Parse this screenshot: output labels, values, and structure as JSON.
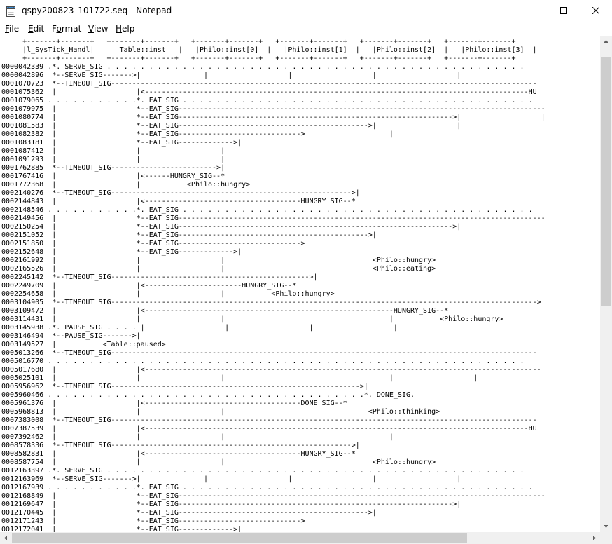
{
  "window": {
    "title": "qspy200823_101722.seq - Notepad",
    "minimize_glyph": "minimize-icon",
    "maximize_glyph": "maximize-icon",
    "close_glyph": "close-icon"
  },
  "menu": {
    "file": {
      "underlined": "F",
      "rest": "ile"
    },
    "edit": {
      "underlined": "E",
      "rest": "dit"
    },
    "format": {
      "underlined": "",
      "pre": "F",
      "mid": "o",
      "post": "rmat"
    },
    "view": {
      "underlined": "V",
      "rest": "iew"
    },
    "help": {
      "underlined": "H",
      "rest": "elp"
    }
  },
  "document": {
    "lines": [
      "     +-------+-------+   +-------+-------+   +-------+-------+   +-------+-------+   +-------+-------+   +-------+-------+",
      "     |l_SysTick_Handl|   |  Table::inst   |   |Philo::inst[0]  |   |Philo::inst[1]  |   |Philo::inst[2]  |   |Philo::inst[3]  |",
      "     +-------+-------+   +-------+-------+   +-------+-------+   +-------+-------+   +-------+-------+   +-------+-------+",
      "0000042339 .*. SERVE_SIG . . . . . . . . . . . . . . . . . . . . . . . . . . . . . . . . . . . . . . . . . . . . . . . . . .",
      "0000042896  *--SERVE_SIG------->|               |                   |                   |                   |",
      "0001070723  *--TIMEOUT_SIG-----------------------------------------------------------------------------------------------------",
      "0001075362  |                   |<-------------------------------------------------------------------------------------------HU",
      "0001079065 . . . . . . . . . . .*. EAT_SIG . . . . . . . . . . . . . . . . . . . . . . . . . . . . . . . . . . . . . . . . . .",
      "0001079975  |                   *--EAT_SIG---------------------------------------------------------------------------------------",
      "0001080774  |                   *--EAT_SIG----------------------------------------------------------------->|                   |",
      "0001081583  |                   *--EAT_SIG--------------------------------------------->|                   |",
      "0001082382  |                   *--EAT_SIG----------------------------->|                   |",
      "0001083181  |                   *--EAT_SIG------------->|                   |",
      "0001087412  |                   |                   |                   |",
      "0001091293  |                   |                   |                   |",
      "0001762885  *--TIMEOUT_SIG------------------------->|                   |",
      "0001767416  |                   |<------HUNGRY_SIG--*                   |",
      "0001772368  |                   |           <Philo::hungry>             |",
      "0002140276  *--TIMEOUT_SIG--------------------------------------------------------->|",
      "0002144843  |                   |<-------------------------------------HUNGRY_SIG--*",
      "0002148546 . . . . . . . . . . .*. EAT_SIG . . . . . . . . . . . . . . . . . . . . . . . . . . . . . . . . . . . . . . . . . .",
      "0002149456  |                   *--EAT_SIG---------------------------------------------------------------------------------------",
      "0002150254  |                   *--EAT_SIG----------------------------------------------------------------->|",
      "0002151052  |                   *--EAT_SIG--------------------------------------------->|",
      "0002151850  |                   *--EAT_SIG----------------------------->|",
      "0002152648  |                   *--EAT_SIG------------->|",
      "0002161992  |                   |                   |                   |               <Philo::hungry>",
      "0002165526  |                   |                   |                   |               <Philo::eating>",
      "0002245142  *--TIMEOUT_SIG----------------------------------------------->|",
      "0002249709  |                   |<-----------------------HUNGRY_SIG--*",
      "0002254658  |                   |                   |           <Philo::hungry>",
      "0003104905  *--TIMEOUT_SIG----------------------------------------------------------------------------------------------------->",
      "0003109472  |                   |<-----------------------------------------------------------HUNGRY_SIG--*",
      "0003114431  |                   |                   |                   |                   |           <Philo::hungry>",
      "0003145938 .*. PAUSE_SIG . . . . |                   |                   |                   |",
      "0003146494  *--PAUSE_SIG------->|",
      "0003149527  |           <Table::paused>",
      "0005013266  *--TIMEOUT_SIG-----------------------------------------------------------------------------------------------------",
      "0005016770 . . . . . . . . . . . . . . . . . . . . . . . . . . . . . . . . . . . . . . . . . . . . . . . . . . . . . . . . .",
      "0005017680  |                   |<----------------------------------------------------------------------------------------------",
      "0005025101  |                   |                   |                   |                   |                   |",
      "0005956962  *--TIMEOUT_SIG----------------------------------------------------------->|",
      "0005960466 . . . . . . . . . . . . . . . . . . . . . . . . . . . . . . . . . . . . . .*. DONE_SIG.",
      "0005961376  |                   |<-------------------------------------DONE_SIG--*",
      "0005968813  |                   |                   |                   |              <Philo::thinking>",
      "0007383008  *--TIMEOUT_SIG-----------------------------------------------------------------------------------------------------",
      "0007387539  |                   |<-------------------------------------------------------------------------------------------HU",
      "0007392462  |                   |                   |                   |                   |",
      "0008578336  *--TIMEOUT_SIG--------------------------------------------------------->|",
      "0008582831  |                   |<-------------------------------------HUNGRY_SIG--*",
      "0008587754  |                   |                   |                   |               <Philo::hungry>",
      "0012163397 .*. SERVE_SIG . . . . . . . . . . . . . . . . . . . . . . . . . . . . . . . . . . . . . . . . . . . . . . . . . .",
      "0012163969  *--SERVE_SIG------->|               |                   |                   |                   |",
      "0012167939 . . . . . . . . . . .*. EAT_SIG . . . . . . . . . . . . . . . . . . . . . . . . . . . . . . . . . . . . . . . . . .",
      "0012168849  |                   *--EAT_SIG---------------------------------------------------------------------------------------",
      "0012169647  |                   *--EAT_SIG----------------------------------------------------------------->|",
      "0012170445  |                   *--EAT_SIG--------------------------------------------->|",
      "0012171243  |                   *--EAT_SIG----------------------------->|",
      "0012172041  |                   *--EAT_SIG------------->|"
    ]
  }
}
